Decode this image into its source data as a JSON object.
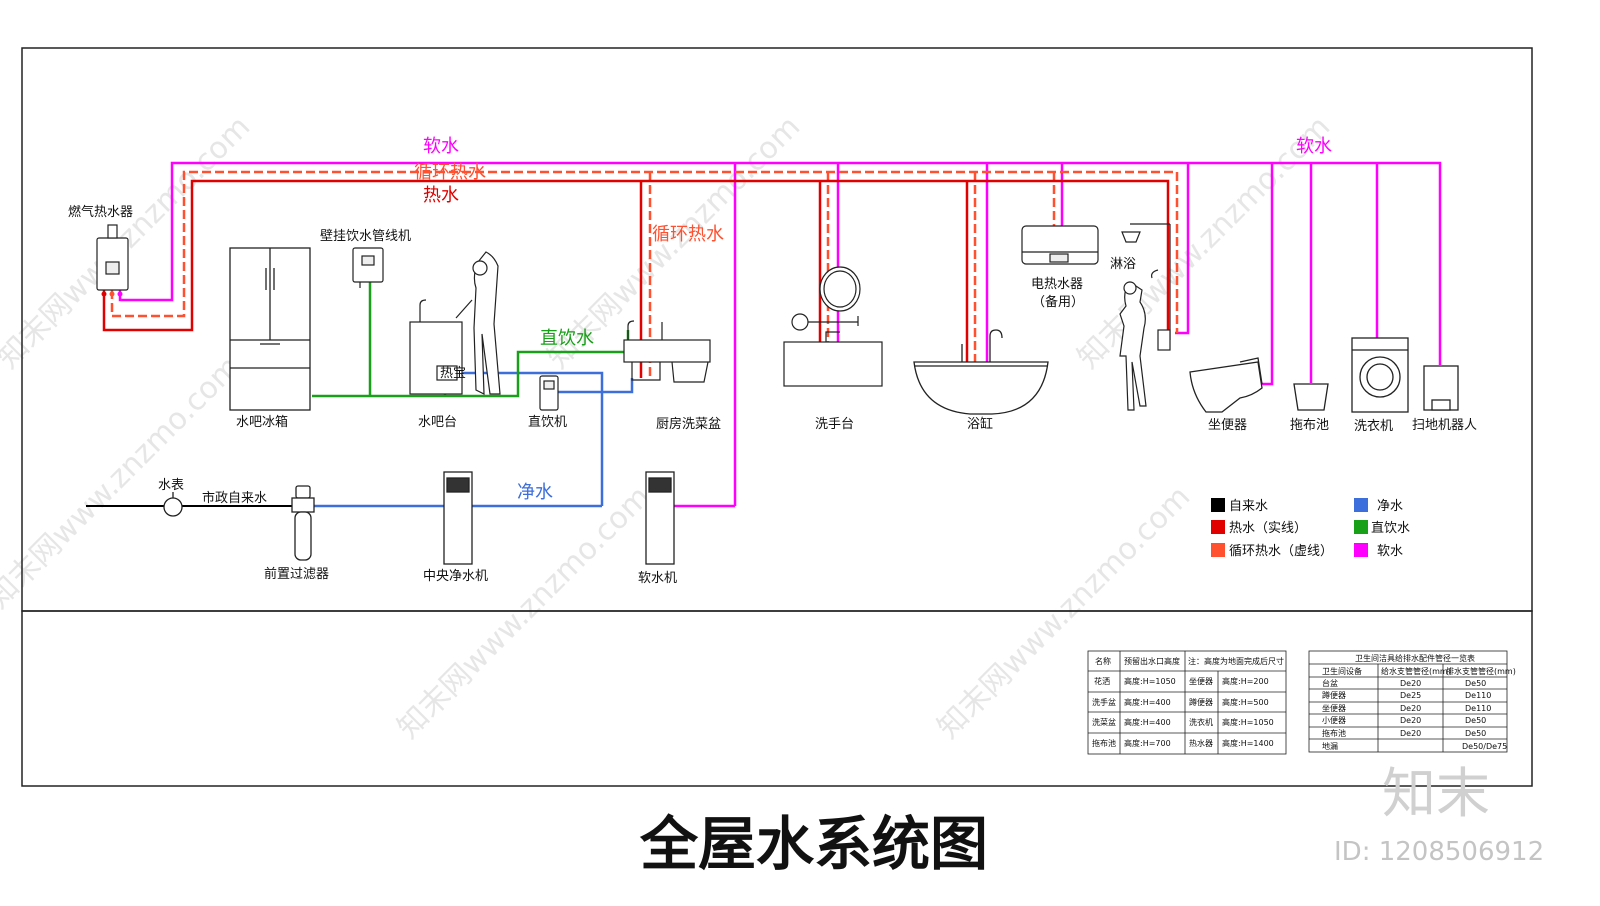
{
  "title": "全屋水系统图",
  "colors": {
    "tap": "#000000",
    "hot": "#e00000",
    "circ": "#ff5030",
    "pure": "#3c6edc",
    "direct": "#18a018",
    "soft": "#ff00ff"
  },
  "pipe_labels": {
    "soft_left": "软水",
    "circ_top": "循环热水",
    "hot_top": "热水",
    "circ_kitchen": "循环热水",
    "direct": "直饮水",
    "pure": "净水",
    "soft_right": "软水"
  },
  "equipment": {
    "gas_heater": "燃气热水器",
    "fridge": "水吧冰箱",
    "wall_dispenser": "壁挂饮水管线机",
    "bar_counter": "水吧台",
    "direct_machine": "直饮机",
    "kitchen_sink": "厨房洗菜盆",
    "wash_basin": "洗手台",
    "bathtub": "浴缸",
    "electric_heater": "电热水器",
    "electric_heater_note": "（备用）",
    "shower": "淋浴",
    "toilet": "坐便器",
    "mop_sink": "拖布池",
    "washer": "洗衣机",
    "robot": "扫地机器人",
    "meter": "水表",
    "municipal": "市政自来水",
    "prefilter": "前置过滤器",
    "central_purifier": "中央净水机",
    "softener": "软水机",
    "hot_treasure": "热宝"
  },
  "legend": [
    {
      "label": "自来水",
      "color": "#000000"
    },
    {
      "label": "净水",
      "color": "#3c6edc"
    },
    {
      "label": "热水（实线）",
      "color": "#e00000"
    },
    {
      "label": "直饮水",
      "color": "#18a018"
    },
    {
      "label": "循环热水（虚线）",
      "color": "#ff5030"
    },
    {
      "label": "软水",
      "color": "#ff00ff"
    }
  ],
  "height_table": {
    "header": [
      "名称",
      "预留出水口高度",
      "注：高度为地面完成后尺寸"
    ],
    "rows": [
      [
        "花洒",
        "高度:H=1050",
        "坐便器",
        "高度:H=200"
      ],
      [
        "洗手盆",
        "高度:H=400",
        "蹲便器",
        "高度:H=500"
      ],
      [
        "洗菜盆",
        "高度:H=400",
        "洗衣机",
        "高度:H=1050"
      ],
      [
        "拖布池",
        "高度:H=700",
        "热水器",
        "高度:H=1400"
      ]
    ]
  },
  "pipe_table": {
    "title": "卫生间洁具给排水配件管径一览表",
    "header": [
      "卫生间设备",
      "给水支管管径(mm)",
      "排水支管管径(mm)"
    ],
    "rows": [
      [
        "台盆",
        "De20",
        "De50"
      ],
      [
        "蹲便器",
        "De25",
        "De110"
      ],
      [
        "坐便器",
        "De20",
        "De110"
      ],
      [
        "小便器",
        "De20",
        "De50"
      ],
      [
        "拖布池",
        "De20",
        "De50"
      ],
      [
        "地漏",
        "",
        "De50/De75"
      ]
    ]
  },
  "watermarks": [
    "知末网www.znzmo.com"
  ],
  "logo": {
    "brand": "知末",
    "id": "ID: 1208506912"
  }
}
